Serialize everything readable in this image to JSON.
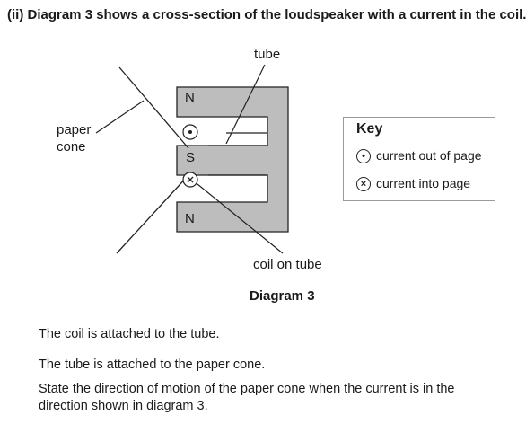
{
  "question": {
    "number": "(ii)",
    "intro": "Diagram 3 shows a cross-section of the loudspeaker with a current in the coil."
  },
  "diagram": {
    "labels": {
      "tube": "tube",
      "paper": "paper",
      "cone": "cone",
      "pole_top": "N",
      "pole_middle": "S",
      "pole_bottom": "N",
      "coil": "coil on tube"
    },
    "coil_symbols": {
      "top": "•",
      "bottom": "×"
    },
    "caption": "Diagram 3"
  },
  "key": {
    "title": "Key",
    "items": [
      {
        "symbol": "•",
        "label": "current out of page"
      },
      {
        "symbol": "×",
        "label": "current into page"
      }
    ]
  },
  "statements": [
    "The coil is attached to the tube.",
    "The tube is attached to the paper cone.",
    "State the direction of motion of the paper cone when the current is in the",
    "direction shown in diagram 3."
  ],
  "colors": {
    "magnet_fill": "#bdbdbd",
    "line": "#222222"
  }
}
